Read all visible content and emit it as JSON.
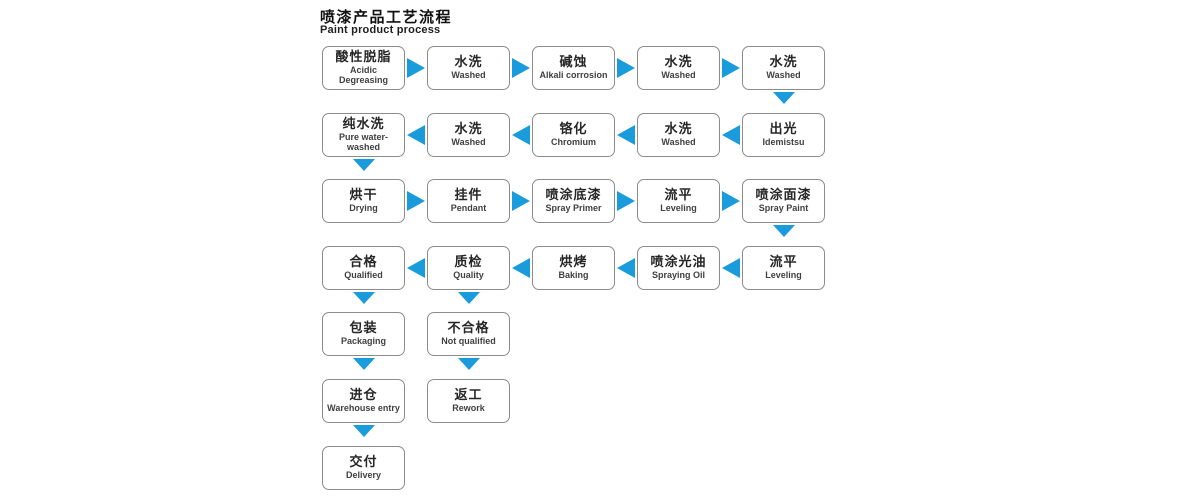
{
  "title": {
    "zh": "喷漆产品工艺流程",
    "en": "Paint product process"
  },
  "colors": {
    "arrow": "#1a9bdc",
    "box_border": "#8c8c8c",
    "text_zh": "#262626",
    "text_en": "#404040"
  },
  "flow": {
    "rows": [
      {
        "direction": "right",
        "nodes": [
          {
            "col": 0,
            "zh": "酸性脱脂",
            "en": "Acidic\nDegreasing"
          },
          {
            "col": 1,
            "zh": "水洗",
            "en": "Washed"
          },
          {
            "col": 2,
            "zh": "碱蚀",
            "en": "Alkali corrosion"
          },
          {
            "col": 3,
            "zh": "水洗",
            "en": "Washed"
          },
          {
            "col": 4,
            "zh": "水洗",
            "en": "Washed"
          }
        ]
      },
      {
        "direction": "left",
        "nodes": [
          {
            "col": 0,
            "zh": "纯水洗",
            "en": "Pure water-\nwashed"
          },
          {
            "col": 1,
            "zh": "水洗",
            "en": "Washed"
          },
          {
            "col": 2,
            "zh": "铬化",
            "en": "Chromium"
          },
          {
            "col": 3,
            "zh": "水洗",
            "en": "Washed"
          },
          {
            "col": 4,
            "zh": "出光",
            "en": "Idemistsu"
          }
        ]
      },
      {
        "direction": "right",
        "nodes": [
          {
            "col": 0,
            "zh": "烘干",
            "en": "Drying"
          },
          {
            "col": 1,
            "zh": "挂件",
            "en": "Pendant"
          },
          {
            "col": 2,
            "zh": "喷涂底漆",
            "en": "Spray Primer"
          },
          {
            "col": 3,
            "zh": "流平",
            "en": "Leveling"
          },
          {
            "col": 4,
            "zh": "喷涂面漆",
            "en": "Spray Paint"
          }
        ]
      },
      {
        "direction": "left",
        "nodes": [
          {
            "col": 0,
            "zh": "合格",
            "en": "Qualified"
          },
          {
            "col": 1,
            "zh": "质检",
            "en": "Quality"
          },
          {
            "col": 2,
            "zh": "烘烤",
            "en": "Baking"
          },
          {
            "col": 3,
            "zh": "喷涂光油",
            "en": "Spraying Oil"
          },
          {
            "col": 4,
            "zh": "流平",
            "en": "Leveling"
          }
        ]
      },
      {
        "direction": "none",
        "nodes": [
          {
            "col": 0,
            "zh": "包装",
            "en": "Packaging"
          },
          {
            "col": 1,
            "zh": "不合格",
            "en": "Not qualified"
          }
        ]
      },
      {
        "direction": "none",
        "nodes": [
          {
            "col": 0,
            "zh": "进仓",
            "en": "Warehouse entry"
          },
          {
            "col": 1,
            "zh": "返工",
            "en": "Rework"
          }
        ]
      },
      {
        "direction": "none",
        "nodes": [
          {
            "col": 0,
            "zh": "交付",
            "en": "Delivery"
          }
        ]
      }
    ],
    "vertical_arrows": [
      {
        "after_row": 0,
        "col": 4
      },
      {
        "after_row": 1,
        "col": 0
      },
      {
        "after_row": 2,
        "col": 4
      },
      {
        "after_row": 3,
        "col": 0
      },
      {
        "after_row": 3,
        "col": 1
      },
      {
        "after_row": 4,
        "col": 0
      },
      {
        "after_row": 4,
        "col": 1
      },
      {
        "after_row": 5,
        "col": 0
      }
    ]
  }
}
